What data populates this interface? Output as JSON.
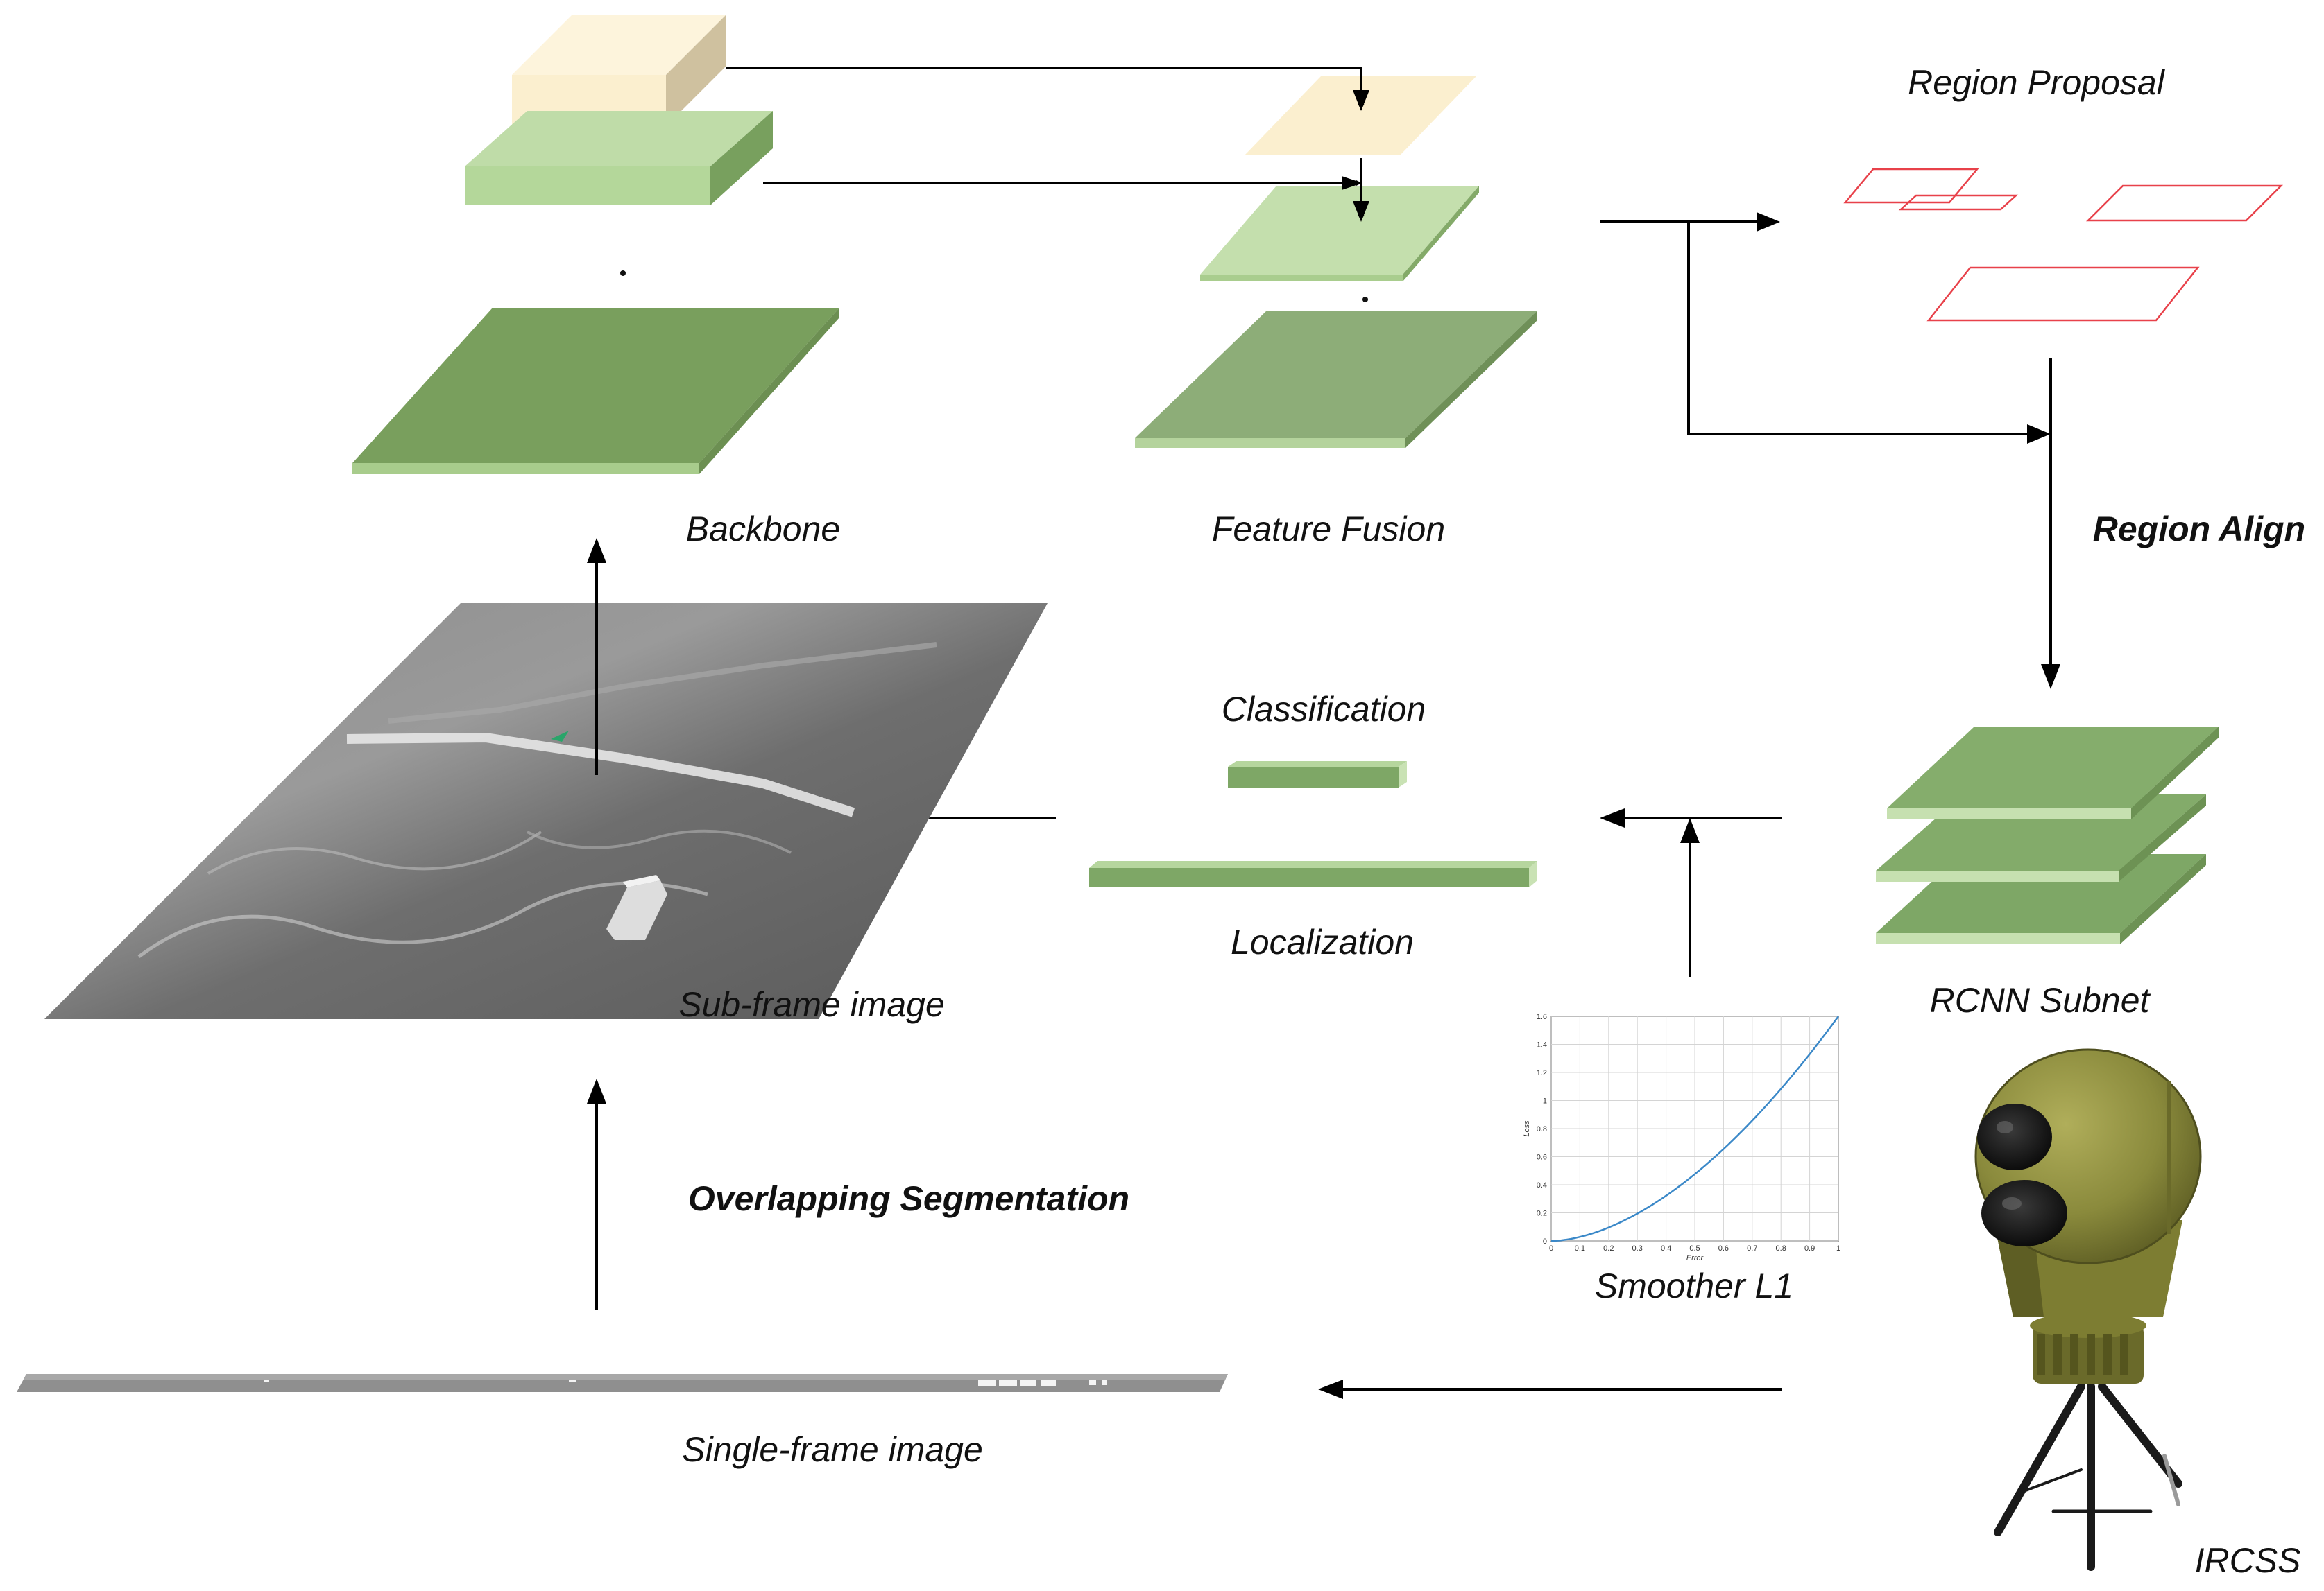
{
  "labels": {
    "backbone": "Backbone",
    "feature_fusion": "Feature Fusion",
    "region_proposal": "Region Proposal",
    "region_align": "Region Align",
    "rcnn_subnet": "RCNN Subnet",
    "classification": "Classification",
    "localization": "Localization",
    "sub_frame_image": "Sub-frame image",
    "overlapping_segmentation": "Overlapping Segmentation",
    "smoother_l1": "Smoother L1",
    "single_frame_image": "Single-frame image",
    "ircss": "IRCSS"
  },
  "colors": {
    "cream": "#fbefcf",
    "light_green": "#b8d9a0",
    "mid_green": "#8db27a",
    "dark_green": "#7a9e5f",
    "proposal_red": "#e8414a",
    "curve_blue": "#3a88c8",
    "camera_olive": "#8a8a3c"
  },
  "loss_plot": {
    "xlabel": "Error",
    "ylabel": "Loss",
    "x_ticks": [
      "0",
      "0.1",
      "0.2",
      "0.3",
      "0.4",
      "0.5",
      "0.6",
      "0.7",
      "0.8",
      "0.9",
      "1"
    ],
    "y_ticks": [
      "0",
      "0.2",
      "0.4",
      "0.6",
      "0.8",
      "1",
      "1.2",
      "1.4",
      "1.6"
    ],
    "xlim": [
      0,
      1
    ],
    "ylim": [
      0,
      1.6
    ]
  }
}
